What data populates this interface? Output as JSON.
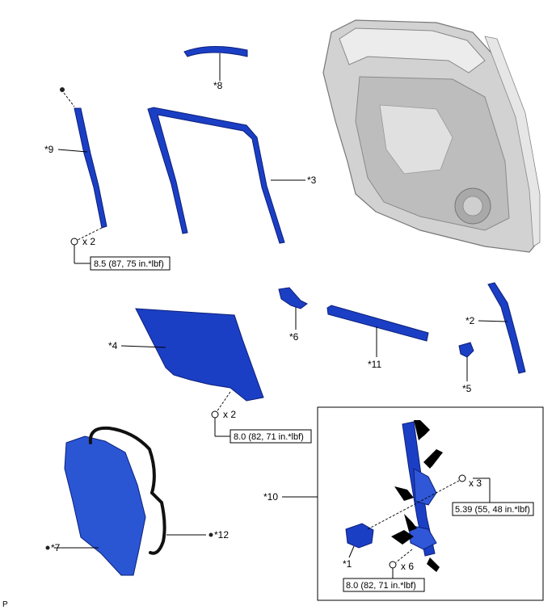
{
  "labels": {
    "p1": "*1",
    "p2": "*2",
    "p3": "*3",
    "p4": "*4",
    "p5": "*5",
    "p6": "*6",
    "p7": "*7",
    "p8": "*8",
    "p9": "*9",
    "p10": "*10",
    "p11": "*11",
    "p12": "*12"
  },
  "quantities": {
    "q9": "x 2",
    "q4": "x 2",
    "q10a": "x 3",
    "q10b": "x 6"
  },
  "torques": {
    "t9": "8.5 (87, 75 in.*lbf)",
    "t4": "8.0 (82, 71 in.*lbf)",
    "t10a": "5.39 (55, 48 in.*lbf)",
    "t10b": "8.0 (82, 71 in.*lbf)"
  },
  "corner_mark": "P",
  "colors": {
    "part_blue": "#1b3fc4",
    "door_gray": "#c8c8c8"
  }
}
